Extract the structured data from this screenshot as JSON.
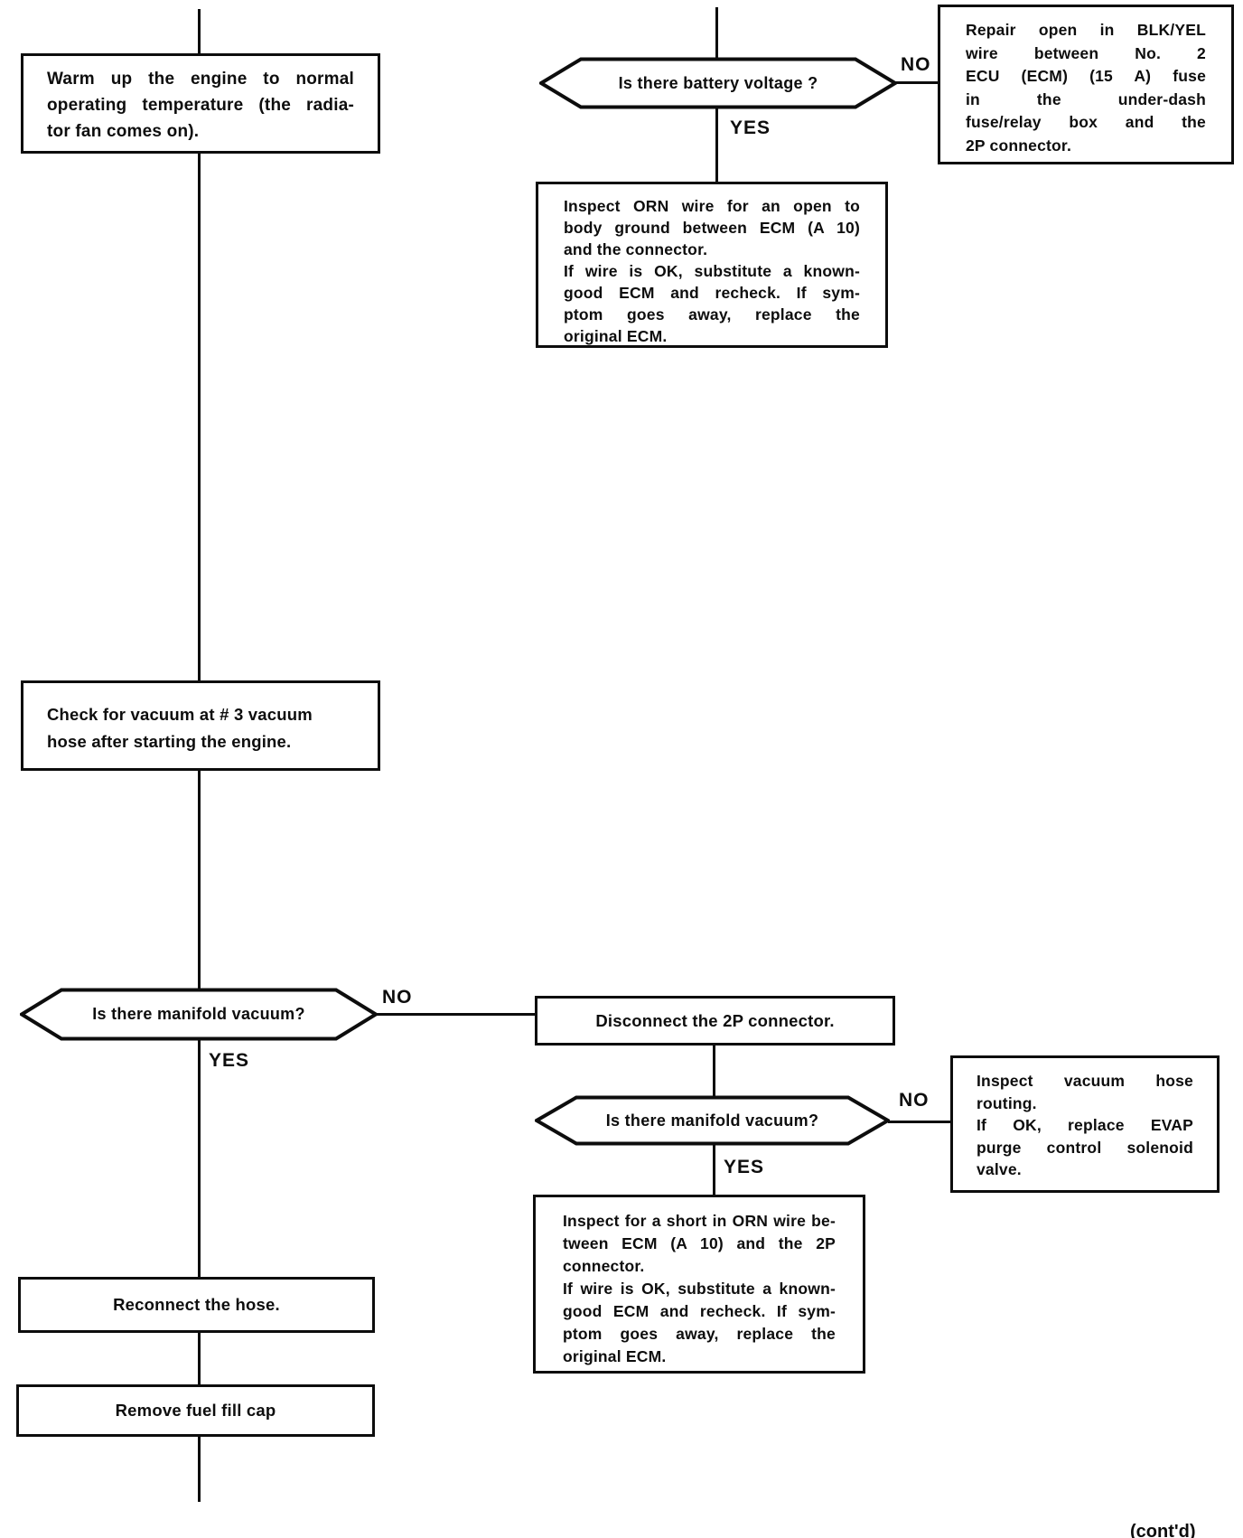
{
  "diagram": {
    "type": "flowchart",
    "colors": {
      "ink": "#0d0d0d",
      "paper": "#ffffff"
    },
    "nodes": {
      "warm_up": {
        "lines": [
          "Warm up the engine to normal",
          "operating temperature (the radia-",
          "tor fan comes on)."
        ]
      },
      "battery_voltage": {
        "question": "Is there battery voltage ?"
      },
      "repair_open": {
        "lines": [
          "Repair open in BLK/YEL",
          "wire between No. 2",
          "ECU (ECM) (15 A) fuse",
          "in the under-dash",
          "fuse/relay box and the",
          "2P connector."
        ]
      },
      "inspect_orn_open": {
        "lines": [
          "Inspect ORN wire for an open to",
          "body ground between ECM (A 10)",
          "and the connector.",
          "If wire is OK, substitute a known-",
          "good ECM and recheck. If sym-",
          "ptom goes away, replace the",
          "original ECM."
        ]
      },
      "check_vacuum": {
        "lines": [
          "Check for vacuum at # 3 vacuum",
          "hose after starting the engine."
        ]
      },
      "manifold_vacuum_1": {
        "question": "Is there manifold vacuum?"
      },
      "disconnect_2p": {
        "text": "Disconnect the 2P connector."
      },
      "manifold_vacuum_2": {
        "question": "Is there manifold vacuum?"
      },
      "inspect_hose_routing": {
        "lines": [
          "Inspect vacuum hose",
          "routing.",
          "If OK, replace EVAP",
          "purge control solenoid",
          "valve."
        ]
      },
      "inspect_orn_short": {
        "lines": [
          "Inspect for a short in ORN wire be-",
          "tween ECM (A 10) and the 2P",
          "connector.",
          "If wire is OK, substitute a known-",
          "good ECM and recheck. If sym-",
          "ptom goes away, replace the",
          "original ECM."
        ]
      },
      "reconnect_hose": {
        "text": "Reconnect the hose."
      },
      "remove_fuel_cap": {
        "text": "Remove fuel fill cap"
      }
    },
    "edge_labels": {
      "battery_yes": "YES",
      "battery_no": "NO",
      "manifold1_yes": "YES",
      "manifold1_no": "NO",
      "manifold2_yes": "YES",
      "manifold2_no": "NO"
    },
    "footer": {
      "contd": "(cont'd)"
    }
  }
}
